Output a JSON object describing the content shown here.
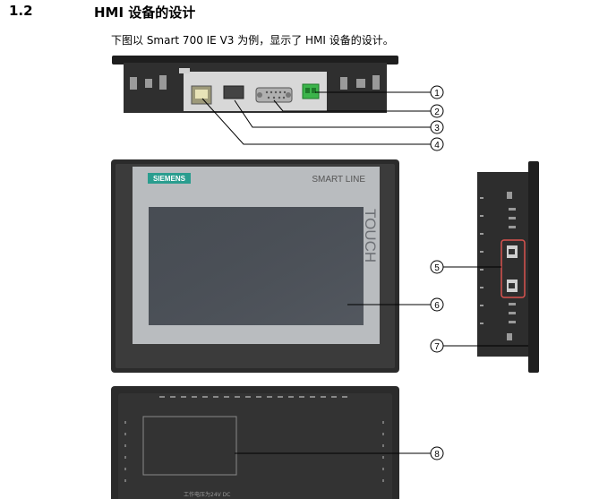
{
  "section": {
    "number": "1.2",
    "title": "HMI 设备的设计"
  },
  "intro_text": "下图以 Smart 700 IE V3 为例，显示了 HMI 设备的设计。",
  "front_panel": {
    "brand": "SIEMENS",
    "product_line": "SMART LINE",
    "touch_label": "TOUCH"
  },
  "rear_panel": {
    "warning_text": "工作电压为24V DC"
  },
  "callouts": [
    "1",
    "2",
    "3",
    "4",
    "5",
    "6",
    "7",
    "8"
  ],
  "colors": {
    "housing": "#2b2b2b",
    "bezel": "#b9bcbf",
    "screen": "#4a4f56",
    "siemens_badge": "#2a9d8f",
    "highlight": "#d9534f",
    "connector_green": "#3cb44b"
  }
}
